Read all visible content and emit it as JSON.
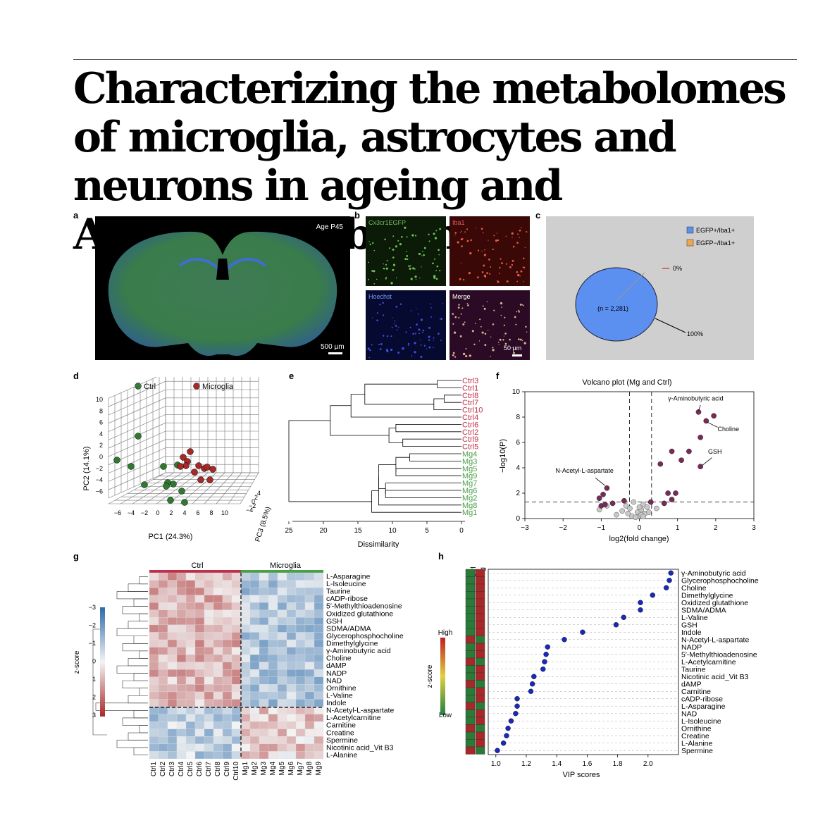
{
  "title": "Characterizing the metabolomes of microglia, astrocytes and neurons in ageing and Alzheimer’s brains",
  "panel_labels": [
    "a",
    "b",
    "c",
    "d",
    "e",
    "f",
    "g",
    "h"
  ],
  "panel_a": {
    "age": "Age P45",
    "scalebar": "500 µm"
  },
  "panel_b": {
    "tiles": [
      "Cx3cr1EGFP",
      "Iba1",
      "Hoechst",
      "Merge"
    ],
    "scalebar": "50 µm",
    "colors": [
      "#4a8a2a",
      "#b43a2a",
      "#2a3a9a",
      "#7a3a4a"
    ]
  },
  "panel_c": {
    "legend": [
      "EGFP+/Iba1+",
      "EGFP−/Iba1+"
    ],
    "legend_colors": [
      "#5b8ff0",
      "#f0a850"
    ],
    "n_label": "(n = 2,281)",
    "pct_labels": [
      "0%",
      "100%"
    ]
  },
  "panel_d": {
    "legend": [
      "Ctrl",
      "Microglia"
    ],
    "colors": [
      "#2e7a2e",
      "#a8282a"
    ],
    "xlabel": "PC1 (24.3%)",
    "ylabel": "PC2 (14.1%)",
    "zlabel": "PC3 (8.5%)",
    "x_ticks": [
      "−6",
      "−4",
      "−2",
      "0",
      "2",
      "4",
      "6",
      "8",
      "10"
    ],
    "y_ticks": [
      "10",
      "8",
      "6",
      "4",
      "2",
      "0",
      "−2",
      "−4",
      "−6"
    ],
    "z_ticks": [
      "−4",
      "−2",
      "0",
      "2",
      "4"
    ]
  },
  "panel_e": {
    "xlabel": "Dissimilarity",
    "x_ticks": [
      "25",
      "20",
      "15",
      "10",
      "5",
      "0"
    ],
    "leaves": [
      "Ctrl3",
      "Ctrl1",
      "Ctrl8",
      "Ctrl7",
      "Ctrl10",
      "Ctrl4",
      "Ctrl6",
      "Ctrl2",
      "Ctrl9",
      "Ctrl5",
      "Mg4",
      "Mg3",
      "Mg5",
      "Mg9",
      "Mg7",
      "Mg6",
      "Mg2",
      "Mg8",
      "Mg1"
    ],
    "ctrl_color": "#c0304a",
    "mg_color": "#4aa04a"
  },
  "panel_f": {
    "title": "Volcano plot (Mg and Ctrl)",
    "xlabel": "log2(fold change)",
    "ylabel": "−log10(P)",
    "x_ticks": [
      "−3",
      "−2",
      "−1",
      "0",
      "1",
      "2",
      "3"
    ],
    "y_ticks": [
      "10",
      "8",
      "6",
      "4",
      "2",
      "0"
    ],
    "annotations": [
      "γ-Aminobutyric acid",
      "Choline",
      "GSH",
      "N-Acetyl-L-aspartate"
    ]
  },
  "panel_g": {
    "groups": [
      "Ctrl",
      "Microglia"
    ],
    "scale_title": "z-score",
    "scale_ticks": [
      "−3",
      "−2",
      "−1",
      "0",
      "1",
      "2",
      "3"
    ],
    "rows": [
      "L-Asparagine",
      "L-Isoleucine",
      "Taurine",
      "cADP-ribose",
      "5′-Methylthioadenosine",
      "Oxidized glutathione",
      "GSH",
      "SDMA/ADMA",
      "Glycerophosphocholine",
      "Dimethylglycine",
      "γ-Aminobutyric acid",
      "Choline",
      "dAMP",
      "NADP",
      "NAD",
      "Ornithine",
      "L-Valine",
      "Indole",
      "N-Acetyl-L-aspartate",
      "L-Acetylcarnitine",
      "Carnitine",
      "Creatine",
      "Spermine",
      "Nicotinic acid_Vit B3",
      "L-Alanine"
    ],
    "cols": [
      "Ctrl1",
      "Ctrl2",
      "Ctrl3",
      "Ctrl4",
      "Ctrl5",
      "Ctrl6",
      "Ctrl7",
      "Ctrl8",
      "Ctrl9",
      "Ctrl10",
      "Mg1",
      "Mg2",
      "Mg3",
      "Mg4",
      "Mg5",
      "Mg6",
      "Mg7",
      "Mg8",
      "Mg9"
    ]
  },
  "panel_h": {
    "col_labels": [
      "Ctrl",
      "Mg"
    ],
    "scale_title": "z-score",
    "scale_high": "High",
    "scale_low": "Low",
    "xlabel": "VIP scores",
    "x_ticks": [
      "1.0",
      "1.2",
      "1.4",
      "1.6",
      "1.8",
      "2.0"
    ],
    "rows": [
      "γ-Aminobutyric acid",
      "Glycerophosphocholine",
      "Choline",
      "Dimethylglycine",
      "Oxidized glutathione",
      "SDMA/ADMA",
      "L-Valine",
      "GSH",
      "Indole",
      "N-Acetyl-L-aspartate",
      "NADP",
      "5′-Methylthioadenosine",
      "L-Acetylcarnitine",
      "Taurine",
      "Nicotinic acid_Vit B3",
      "dAMP",
      "Carnitine",
      "cADP-ribose",
      "L-Asparagine",
      "NAD",
      "L-Isoleucine",
      "Ornithine",
      "Creatine",
      "L-Alanine",
      "Spermine"
    ]
  },
  "chart_data": [
    {
      "type": "scatter",
      "title": "Volcano plot (Mg and Ctrl)",
      "xlabel": "log2(fold change)",
      "ylabel": "−log10(P)",
      "xlim": [
        -3,
        3
      ],
      "ylim": [
        0,
        10
      ],
      "series": [
        {
          "name": "significant",
          "x": [
            1.55,
            1.75,
            1.95,
            1.6,
            0.85,
            1.3,
            1.1,
            0.55,
            1.6,
            -0.85,
            -0.95,
            -1.05,
            -0.7,
            -0.4,
            0.75,
            0.95,
            0.85,
            0.65,
            0.3,
            -1.0,
            -0.9
          ],
          "y": [
            8.4,
            7.7,
            8.1,
            6.4,
            5.3,
            5.3,
            4.6,
            4.3,
            4.1,
            2.4,
            1.9,
            1.6,
            1.2,
            1.4,
            2.0,
            2.0,
            1.5,
            1.2,
            1.3,
            1.0,
            1.1
          ]
        },
        {
          "name": "non-significant",
          "x": [
            -0.6,
            -0.45,
            -0.35,
            -0.25,
            -0.15,
            -0.05,
            0.0,
            0.05,
            0.1,
            0.15,
            0.2,
            -0.2,
            -0.1,
            0.05,
            0.25,
            0.1,
            -0.3,
            0.0,
            -1.05,
            -0.85,
            0.45
          ],
          "y": [
            0.3,
            0.6,
            1.0,
            0.8,
            1.3,
            0.5,
            0.2,
            0.7,
            1.1,
            0.4,
            0.9,
            0.2,
            0.1,
            0.3,
            0.5,
            0.15,
            0.4,
            0.9,
            0.7,
            1.0,
            0.8
          ]
        }
      ]
    },
    {
      "type": "scatter",
      "title": "VIP scores",
      "xlabel": "VIP scores",
      "xlim": [
        0.95,
        2.2
      ],
      "categories": [
        "γ-Aminobutyric acid",
        "Glycerophosphocholine",
        "Choline",
        "Dimethylglycine",
        "Oxidized glutathione",
        "SDMA/ADMA",
        "L-Valine",
        "GSH",
        "Indole",
        "N-Acetyl-L-aspartate",
        "NADP",
        "5′-Methylthioadenosine",
        "L-Acetylcarnitine",
        "Taurine",
        "Nicotinic acid_Vit B3",
        "dAMP",
        "Carnitine",
        "cADP-ribose",
        "L-Asparagine",
        "NAD",
        "L-Isoleucine",
        "Ornithine",
        "Creatine",
        "L-Alanine",
        "Spermine"
      ],
      "values": [
        2.15,
        2.14,
        2.12,
        2.03,
        1.95,
        1.95,
        1.84,
        1.79,
        1.57,
        1.45,
        1.34,
        1.33,
        1.32,
        1.31,
        1.25,
        1.24,
        1.23,
        1.14,
        1.14,
        1.13,
        1.1,
        1.08,
        1.07,
        1.05,
        1.01
      ]
    },
    {
      "type": "pie",
      "values": [
        0,
        100
      ],
      "categories": [
        "EGFP−/Iba1+",
        "EGFP+/Iba1+"
      ]
    }
  ]
}
